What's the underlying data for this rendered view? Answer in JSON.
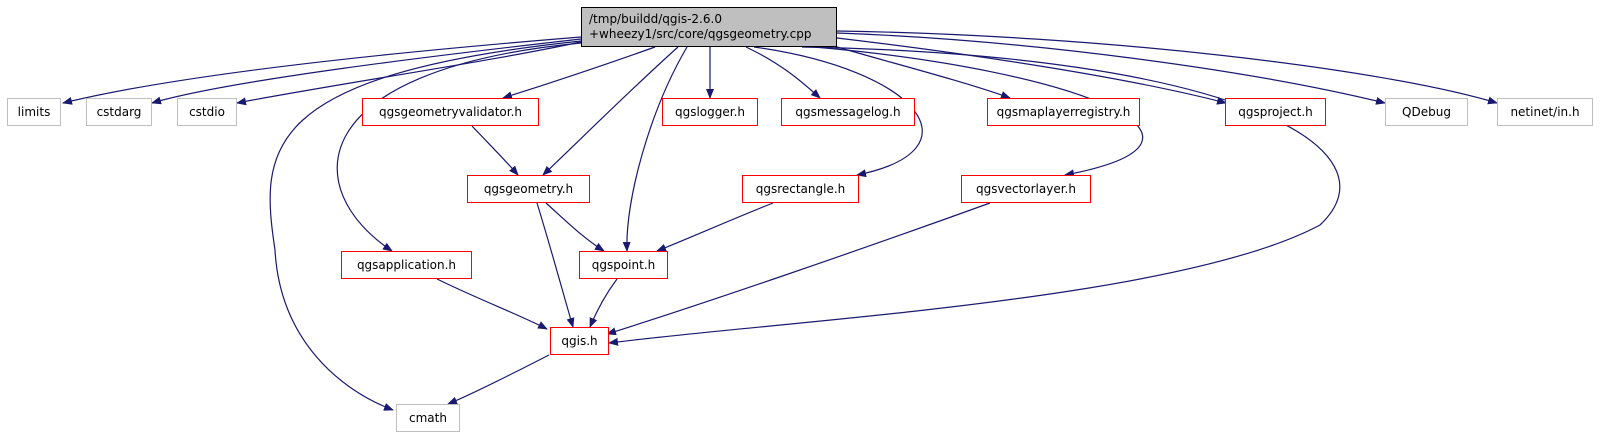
{
  "diagram": {
    "root": {
      "line1": "/tmp/buildd/qgis-2.6.0",
      "line2": "+wheezy1/src/core/qgsgeometry.cpp"
    },
    "nodes": {
      "limits": "limits",
      "cstdarg": "cstdarg",
      "cstdio": "cstdio",
      "qgsgeometryvalidator": "qgsgeometryvalidator.h",
      "qgslogger": "qgslogger.h",
      "qgsmessagelog": "qgsmessagelog.h",
      "qgsmaplayerregistry": "qgsmaplayerregistry.h",
      "qgsproject": "qgsproject.h",
      "qdebug": "QDebug",
      "netinet": "netinet/in.h",
      "qgsgeometry": "qgsgeometry.h",
      "qgsrectangle": "qgsrectangle.h",
      "qgsvectorlayer": "qgsvectorlayer.h",
      "qgsapplication": "qgsapplication.h",
      "qgspoint": "qgspoint.h",
      "qgis": "qgis.h",
      "cmath": "cmath"
    },
    "edge_color": "#191970",
    "documented_border_color": "#ff0000",
    "undocumented_border_color": "#bfbfbf",
    "root_fill_color": "#bfbfbf"
  }
}
